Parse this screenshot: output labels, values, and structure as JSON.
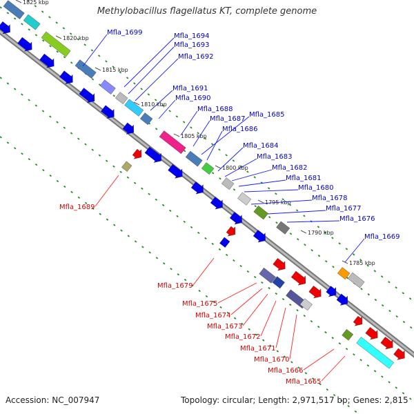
{
  "title": "Methylobacillus flagellatus KT, complete genome",
  "footer": {
    "accession": "Accession: NC_007947",
    "topology": "Topology: circular; Length: 2,971,517 bp; Genes: 2,815"
  },
  "ruler_ticks": [
    {
      "label": "1825 kbp"
    },
    {
      "label": "1820 kbp"
    },
    {
      "label": "1815 kbp"
    },
    {
      "label": "1810 kbp"
    },
    {
      "label": "1805 kbp"
    },
    {
      "label": "1800 kbp"
    },
    {
      "label": "1795 kbp"
    },
    {
      "label": "1790 kbp"
    },
    {
      "label": "1785 kbp"
    }
  ],
  "colors": {
    "forward_label": "#0000cc",
    "reverse_label": "#dd0000",
    "gene_blue": "#0000ee",
    "gene_red": "#ee0000",
    "track_green": "#228b22",
    "backbone": "#888888"
  },
  "forward_labels": [
    "Mfla_1699",
    "Mfla_1694",
    "Mfla_1693",
    "Mfla_1692",
    "Mfla_1691",
    "Mfla_1690",
    "Mfla_1688",
    "Mfla_1687",
    "Mfla_1685",
    "Mfla_1686",
    "Mfla_1684",
    "Mfla_1683",
    "Mfla_1682",
    "Mfla_1681",
    "Mfla_1680",
    "Mfla_1678",
    "Mfla_1677",
    "Mfla_1676",
    "Mfla_1669"
  ],
  "reverse_labels": [
    "Mfla_1689",
    "Mfla_1679",
    "Mfla_1675",
    "Mfla_1674",
    "Mfla_1673",
    "Mfla_1672",
    "Mfla_1671",
    "Mfla_1670",
    "Mfla_1666",
    "Mfla_1665"
  ]
}
